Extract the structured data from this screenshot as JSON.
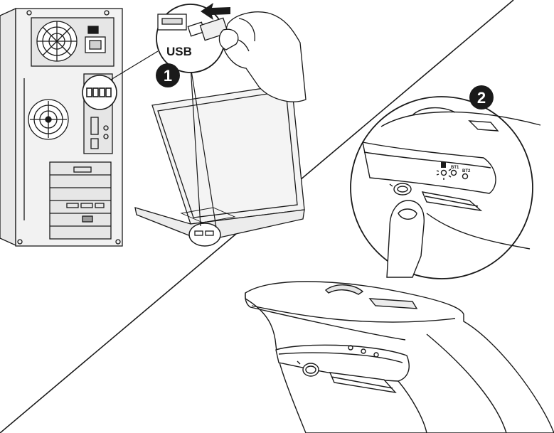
{
  "labels": {
    "usb": "USB",
    "step1": "1",
    "step2": "2",
    "bt1": "BT1",
    "bt2": "BT2"
  },
  "colors": {
    "line": "#1a1a1a",
    "fill_light": "#e6e6e6",
    "fill_mid": "#c8c8c8",
    "badge": "#1a1a1a",
    "badge_text": "#ffffff"
  },
  "icons": [
    "usb-arrow-icon",
    "bluetooth-icon"
  ]
}
